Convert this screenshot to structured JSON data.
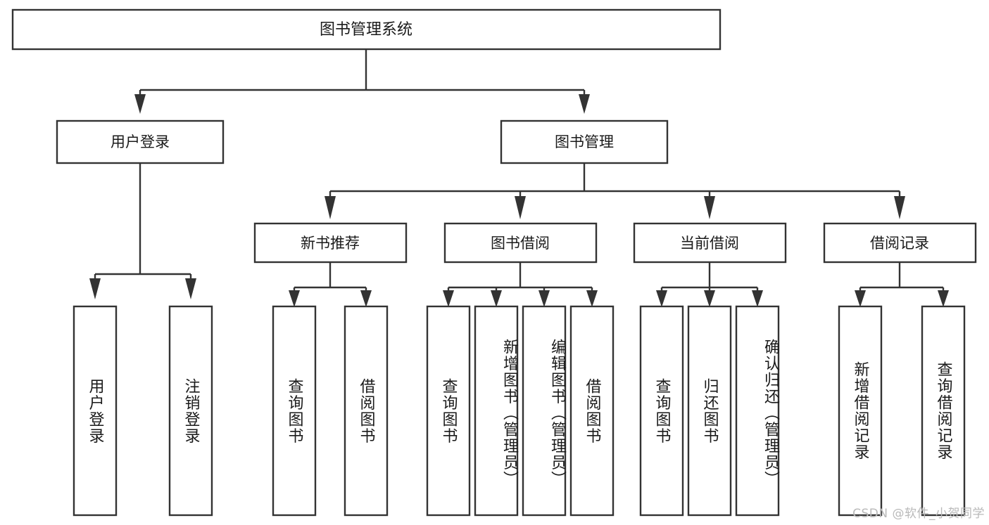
{
  "diagram": {
    "type": "tree",
    "title": "图书管理系统",
    "background_color": "#ffffff",
    "line_color": "#333333",
    "box_fill": "#ffffff",
    "text_color": "#1a1a1a",
    "root": {
      "id": "root",
      "label": "图书管理系统",
      "orientation": "horizontal"
    },
    "level2": [
      {
        "id": "user-login",
        "label": "用户登录",
        "orientation": "horizontal"
      },
      {
        "id": "book-manage",
        "label": "图书管理",
        "orientation": "horizontal"
      }
    ],
    "level3": [
      {
        "id": "new-book-recommend",
        "label": "新书推荐",
        "orientation": "horizontal",
        "parent": "book-manage"
      },
      {
        "id": "book-borrow",
        "label": "图书借阅",
        "orientation": "horizontal",
        "parent": "book-manage"
      },
      {
        "id": "current-borrow",
        "label": "当前借阅",
        "orientation": "horizontal",
        "parent": "book-manage"
      },
      {
        "id": "borrow-record",
        "label": "借阅记录",
        "orientation": "horizontal",
        "parent": "book-manage"
      }
    ],
    "leaves": [
      {
        "id": "leaf-user-login",
        "label": "用户登录",
        "orientation": "vertical",
        "parent": "user-login"
      },
      {
        "id": "leaf-user-logout",
        "label": "注销登录",
        "orientation": "vertical",
        "parent": "user-login"
      },
      {
        "id": "leaf-query-book-1",
        "label": "查询图书",
        "orientation": "vertical",
        "parent": "new-book-recommend"
      },
      {
        "id": "leaf-borrow-book-1",
        "label": "借阅图书",
        "orientation": "vertical",
        "parent": "new-book-recommend"
      },
      {
        "id": "leaf-query-book-2",
        "label": "查询图书",
        "orientation": "vertical",
        "parent": "book-borrow"
      },
      {
        "id": "leaf-add-book",
        "label": "新增图书（管理员）",
        "orientation": "vertical",
        "parent": "book-borrow"
      },
      {
        "id": "leaf-edit-book",
        "label": "编辑图书（管理员）",
        "orientation": "vertical",
        "parent": "book-borrow"
      },
      {
        "id": "leaf-borrow-book-2",
        "label": "借阅图书",
        "orientation": "vertical",
        "parent": "book-borrow"
      },
      {
        "id": "leaf-query-book-3",
        "label": "查询图书",
        "orientation": "vertical",
        "parent": "current-borrow"
      },
      {
        "id": "leaf-return-book",
        "label": "归还图书",
        "orientation": "vertical",
        "parent": "current-borrow"
      },
      {
        "id": "leaf-confirm-return",
        "label": "确认归还（管理员）",
        "orientation": "vertical",
        "parent": "current-borrow"
      },
      {
        "id": "leaf-add-record",
        "label": "新增借阅记录",
        "orientation": "vertical",
        "parent": "borrow-record"
      },
      {
        "id": "leaf-query-record",
        "label": "查询借阅记录",
        "orientation": "vertical",
        "parent": "borrow-record"
      }
    ]
  },
  "watermark": {
    "text": "CSDN @软件_小贺同学"
  }
}
